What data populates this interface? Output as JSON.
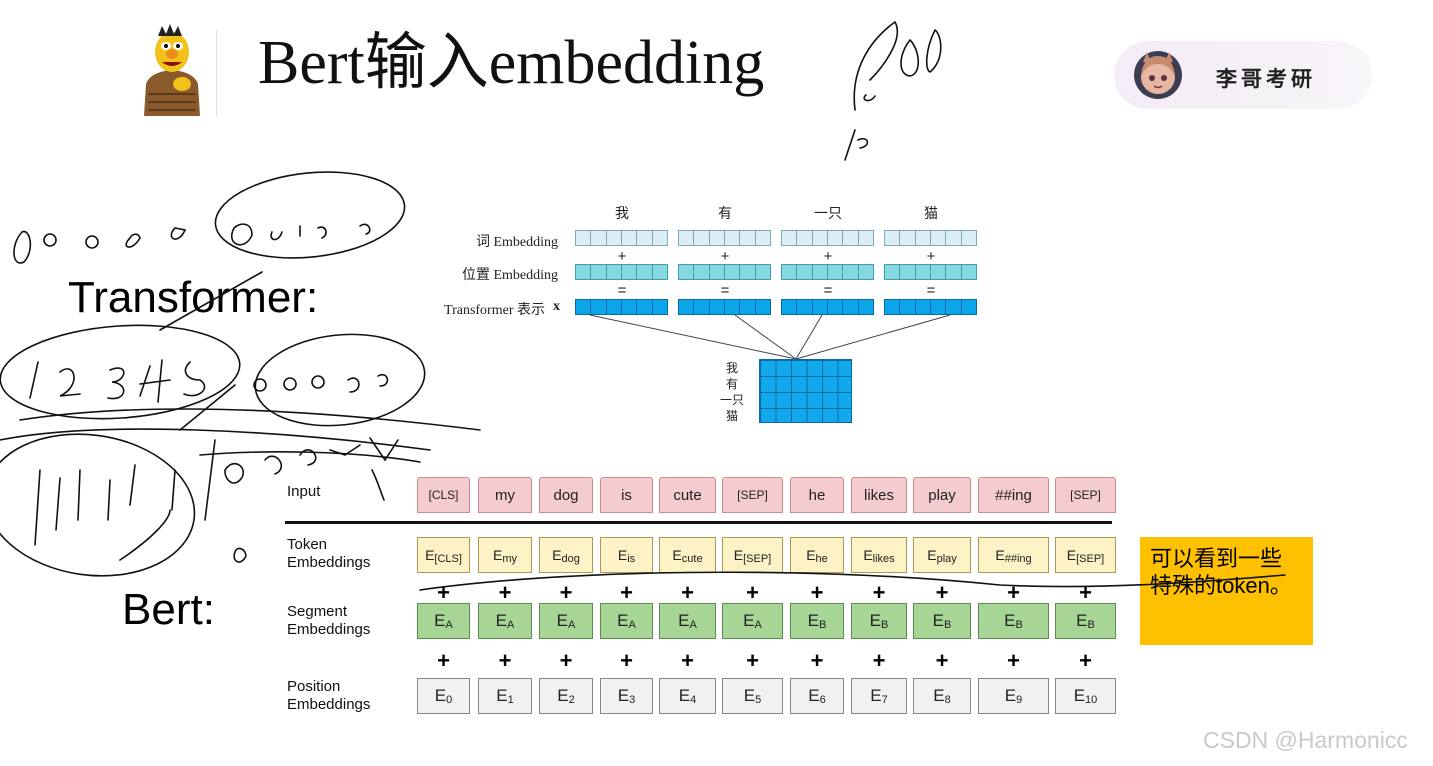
{
  "title": "Bert输入embedding",
  "badge": {
    "text": "李哥考研"
  },
  "labels": {
    "transformer": "Transformer:",
    "bert": "Bert:"
  },
  "transformer_diagram": {
    "words": [
      "我",
      "有",
      "一只",
      "猫"
    ],
    "rows": {
      "word_embedding": "词 Embedding",
      "position_embedding": "位置 Embedding",
      "transformer_repr": "Transformer 表示",
      "transformer_symbol": "x"
    },
    "ops": {
      "plus": "+",
      "equals": "="
    },
    "matrix_labels": [
      "我",
      "有",
      "一只",
      "猫"
    ]
  },
  "bert_diagram": {
    "row_labels": {
      "input": "Input",
      "token": [
        "Token",
        "Embeddings"
      ],
      "segment": [
        "Segment",
        "Embeddings"
      ],
      "position": [
        "Position",
        "Embeddings"
      ]
    },
    "inputs": [
      "[CLS]",
      "my",
      "dog",
      "is",
      "cute",
      "[SEP]",
      "he",
      "likes",
      "play",
      "##ing",
      "[SEP]"
    ],
    "token_embeddings": [
      {
        "base": "E",
        "sub": "[CLS]"
      },
      {
        "base": "E",
        "sub": "my"
      },
      {
        "base": "E",
        "sub": "dog"
      },
      {
        "base": "E",
        "sub": "is"
      },
      {
        "base": "E",
        "sub": "cute"
      },
      {
        "base": "E",
        "sub": "[SEP]"
      },
      {
        "base": "E",
        "sub": "he"
      },
      {
        "base": "E",
        "sub": "likes"
      },
      {
        "base": "E",
        "sub": "play"
      },
      {
        "base": "E",
        "sub": "##ing"
      },
      {
        "base": "E",
        "sub": "[SEP]"
      }
    ],
    "segment_embeddings": [
      {
        "base": "E",
        "sub": "A"
      },
      {
        "base": "E",
        "sub": "A"
      },
      {
        "base": "E",
        "sub": "A"
      },
      {
        "base": "E",
        "sub": "A"
      },
      {
        "base": "E",
        "sub": "A"
      },
      {
        "base": "E",
        "sub": "A"
      },
      {
        "base": "E",
        "sub": "B"
      },
      {
        "base": "E",
        "sub": "B"
      },
      {
        "base": "E",
        "sub": "B"
      },
      {
        "base": "E",
        "sub": "B"
      },
      {
        "base": "E",
        "sub": "B"
      }
    ],
    "position_embeddings": [
      {
        "base": "E",
        "sub": "0"
      },
      {
        "base": "E",
        "sub": "1"
      },
      {
        "base": "E",
        "sub": "2"
      },
      {
        "base": "E",
        "sub": "3"
      },
      {
        "base": "E",
        "sub": "4"
      },
      {
        "base": "E",
        "sub": "5"
      },
      {
        "base": "E",
        "sub": "6"
      },
      {
        "base": "E",
        "sub": "7"
      },
      {
        "base": "E",
        "sub": "8"
      },
      {
        "base": "E",
        "sub": "9"
      },
      {
        "base": "E",
        "sub": "10"
      }
    ],
    "plus": "+"
  },
  "callout": {
    "text": "可以看到一些特殊的token。"
  },
  "watermark": "CSDN @Harmonicc",
  "colors": {
    "input_fill": "#f4ccd0",
    "token_fill": "#fdf1c6",
    "segment_fill": "#a6d596",
    "position_fill": "#f1f1f1",
    "callout_fill": "#ffc000",
    "transformer_blue": "#0aa6e8"
  }
}
